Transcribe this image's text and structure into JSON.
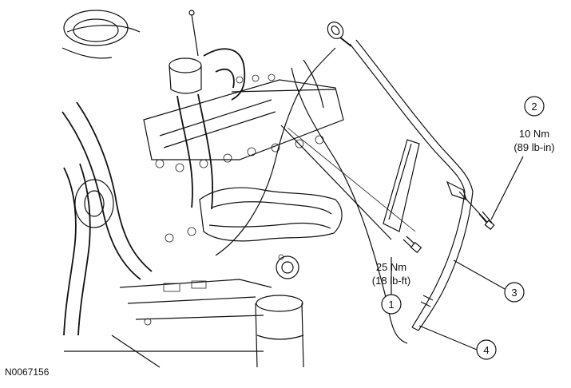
{
  "diagram": {
    "reference_code": "N0067156",
    "callouts": [
      {
        "number": "1",
        "torque_metric": "25 Nm",
        "torque_imperial": "(18 lb-ft)"
      },
      {
        "number": "2",
        "torque_metric": "10 Nm",
        "torque_imperial": "(89 lb-in)"
      },
      {
        "number": "3"
      },
      {
        "number": "4"
      }
    ]
  }
}
